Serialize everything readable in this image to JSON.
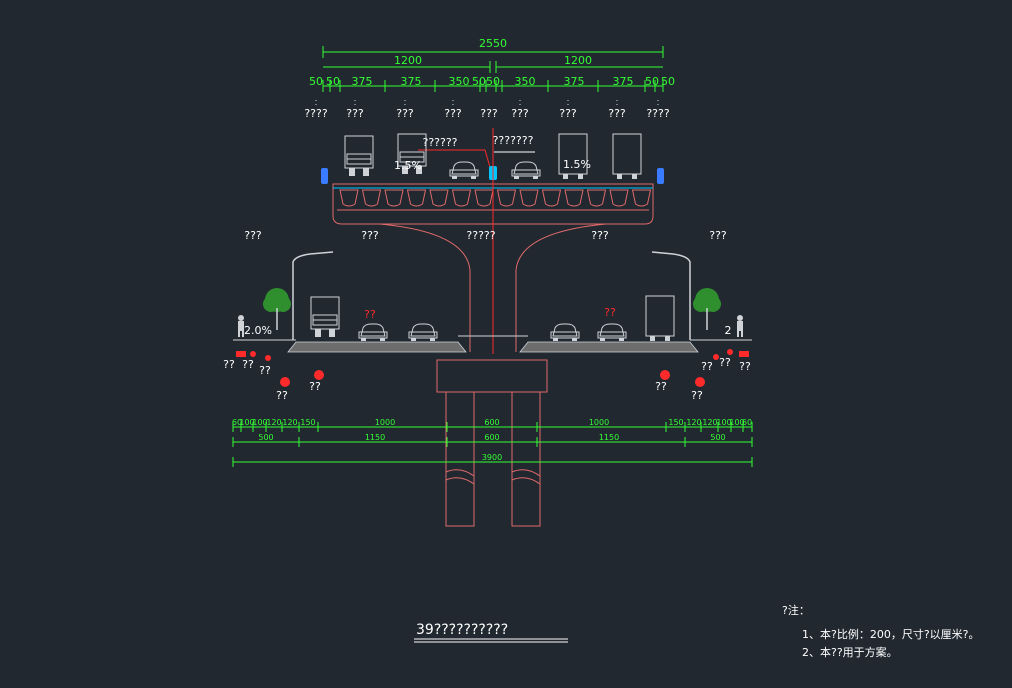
{
  "colors": {
    "background": "#212830",
    "dimension": "#33ff33",
    "structure": "#e06a6a",
    "text": "#ffffff",
    "red_label": "#ff2a2a",
    "vehicle": "#cfd3d8",
    "tree": "#2f8f2f",
    "water": "#00c8ff"
  },
  "top_dims": {
    "total": "2550",
    "halves": [
      "1200",
      "1200"
    ],
    "lanes": [
      "50",
      "50",
      "375",
      "375",
      "350",
      "50",
      "50",
      "350",
      "375",
      "375",
      "50",
      "50"
    ]
  },
  "deck_labels": [
    "????",
    "???",
    "???",
    "???",
    "???",
    "???",
    "???",
    "???",
    "????"
  ],
  "deck_notes": {
    "left": "??????",
    "right": "???????"
  },
  "slopes": {
    "deck_left": "1.5%",
    "deck_right": "1.5%",
    "ground_left": "2.0%",
    "ground_right": "2"
  },
  "ground_labels": {
    "far_left": "???",
    "left": "???",
    "center": "?????",
    "right": "???",
    "far_right": "???"
  },
  "red_marks": {
    "left": "??",
    "right": "??"
  },
  "utility_labels": {
    "left": [
      "??",
      "??",
      "??",
      "??",
      "??"
    ],
    "right": [
      "??",
      "??",
      "??",
      "??",
      "??"
    ]
  },
  "bottom_dims": {
    "row1": [
      "60",
      "100",
      "100",
      "120",
      "120",
      "150",
      "1000",
      "600",
      "1000",
      "150",
      "120",
      "120",
      "100",
      "100",
      "60"
    ],
    "row2": [
      "500",
      "1150",
      "600",
      "1150",
      "500"
    ],
    "total": "3900"
  },
  "drawing_title": "39??????????",
  "notes": {
    "heading": "?注：",
    "items": [
      "1、本?比例：200，尺寸?以厘米?。",
      "2、本??用于方案。"
    ]
  }
}
